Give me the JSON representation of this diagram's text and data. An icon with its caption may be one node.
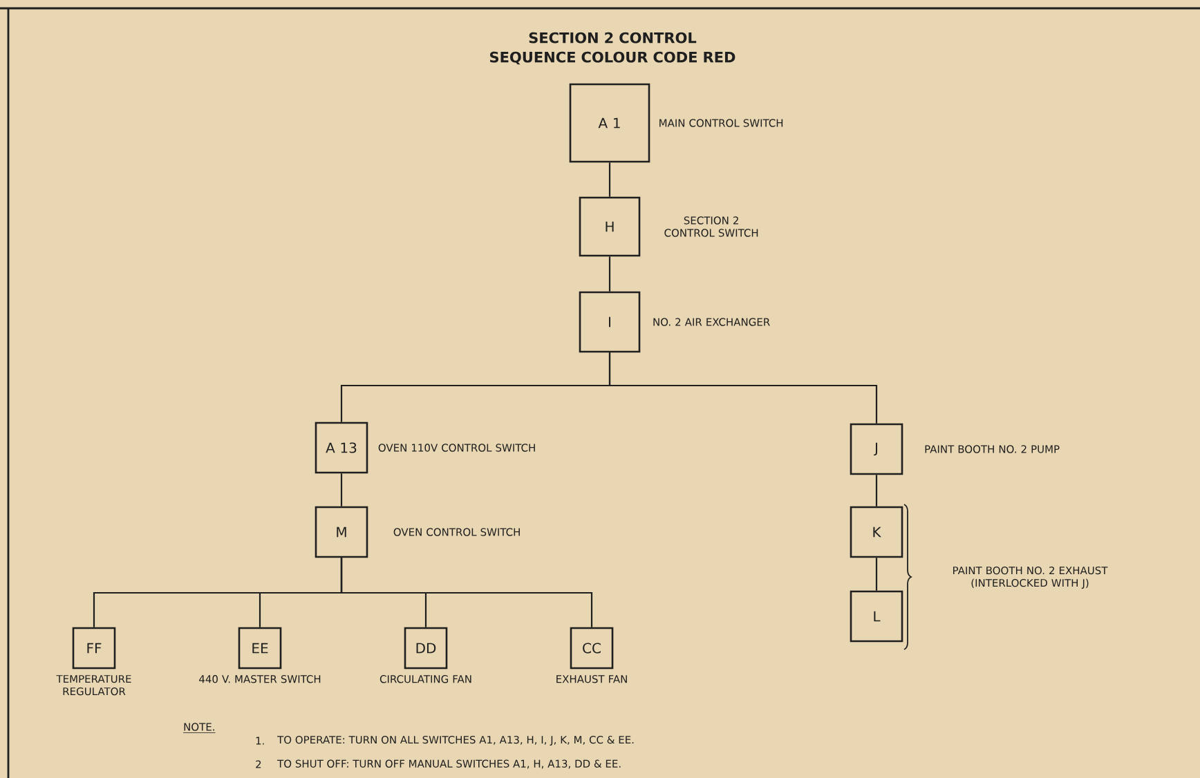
{
  "diagram": {
    "title": "SECTION 2 CONTROL SEQUENCE COLOUR CODE RED",
    "nodes": [
      {
        "text": [
          "A 1"
        ],
        "beside": [
          "MAIN CONTROL SWITCH"
        ]
      },
      {
        "text": [
          "H"
        ],
        "beside": [
          "SECTION 2 CONTROL SWITCH"
        ]
      },
      {
        "text": [
          "I"
        ],
        "beside": [
          "NO. 2 AIR EXCHANGER"
        ]
      },
      {
        "text": [
          "A 13"
        ],
        "beside": [
          "OVEN 110V CONTROL SWITCH"
        ]
      },
      {
        "text": [
          "M"
        ],
        "beside": [
          "OVEN CONTROL SWITCH"
        ]
      },
      {
        "text": [
          "J"
        ],
        "beside": [
          "PAINT BOOTH NO. 2 PUMP"
        ]
      },
      {
        "text": [
          "K"
        ]
      },
      {
        "text": [
          "L"
        ]
      },
      {
        "text": [
          "FF"
        ],
        "beside": [
          "TEMPERATURE REGULATOR"
        ]
      },
      {
        "text": [
          "EE"
        ],
        "beside": [
          "440 V. MASTER SWITCH"
        ]
      },
      {
        "text": [
          "DD"
        ],
        "beside": [
          "CIRCULATING FAN"
        ]
      },
      {
        "text": [
          "CC"
        ],
        "beside": [
          "EXHAUST FAN"
        ]
      }
    ],
    "edges": [
      {
        "from": 0,
        "to": 1,
        "arrow": "none"
      },
      {
        "from": 1,
        "to": 2,
        "arrow": "none"
      },
      {
        "from": 2,
        "to": 3,
        "arrow": "none"
      },
      {
        "from": 2,
        "to": 5,
        "arrow": "none"
      },
      {
        "from": 3,
        "to": 4,
        "arrow": "none"
      },
      {
        "from": 5,
        "to": 6,
        "arrow": "none"
      },
      {
        "from": 6,
        "to": 7,
        "arrow": "none"
      },
      {
        "from": 4,
        "to": 8,
        "arrow": "none"
      },
      {
        "from": 4,
        "to": 9,
        "arrow": "none"
      },
      {
        "from": 4,
        "to": 10,
        "arrow": "none"
      },
      {
        "from": 4,
        "to": 11,
        "arrow": "none"
      }
    ],
    "labels": [
      "PAINT BOOTH NO. 2 EXHAUST (INTERLOCKED WITH J)",
      "NOTE.",
      "1.",
      "TO OPERATE: TURN ON ALL SWITCHES A1, A13, H, I, J, K, M, CC & EE.",
      "2",
      "TO SHUT OFF: TURN OFF MANUAL SWITCHES A1, H, A13, DD & EE."
    ]
  }
}
